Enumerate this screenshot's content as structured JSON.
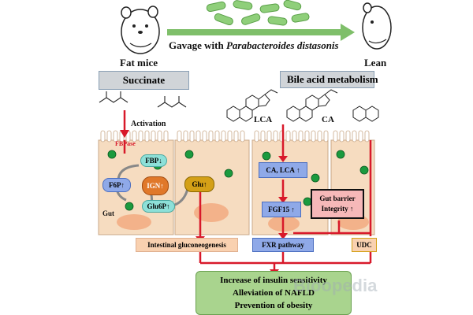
{
  "header": {
    "fat_label": "Fat mice",
    "lean_label": "Lean",
    "gavage_text": "Gavage with",
    "gavage_species": "Parabacteroides distasonis"
  },
  "pathways": {
    "left_title": "Succinate",
    "right_title": "Bile acid metabolism",
    "activation": "Activation",
    "fbpase": "FBPase"
  },
  "molecules": {
    "lca": "LCA",
    "ca": "CA"
  },
  "nodes": {
    "fbp": "FBP",
    "f6p": "F6P",
    "ign": "IGN",
    "glu6p": "Glu6P",
    "glu": "Glu",
    "ca_lca": "CA, LCA",
    "fgf15": "FGF15",
    "gut_barrier_line1": "Gut barrier",
    "gut_barrier_line2": "Integrity",
    "gut": "Gut"
  },
  "outcomes": {
    "intestinal": "Intestinal   gluconeogenesis",
    "fxr": "FXR pathway",
    "udc": "UDC",
    "effect1": "Increase of insulin sensitivity",
    "effect2": "Alleviation of NAFLD",
    "effect3": "Prevention of obesity"
  },
  "watermark": "Bioopedia",
  "colors": {
    "arrow_red": "#d8192a",
    "green_arrow": "#7fbf6a",
    "result_green": "#a9d48e",
    "title_gray": "#d0d4d8",
    "node_cyan": "#8de0d8",
    "node_blue": "#8fa9e8",
    "node_orange": "#e0782a",
    "node_gold": "#d4a017",
    "node_pink": "#f6b8b8",
    "outcome_peach": "#f9d1b0",
    "cell_tan": "#f6dcc0"
  }
}
